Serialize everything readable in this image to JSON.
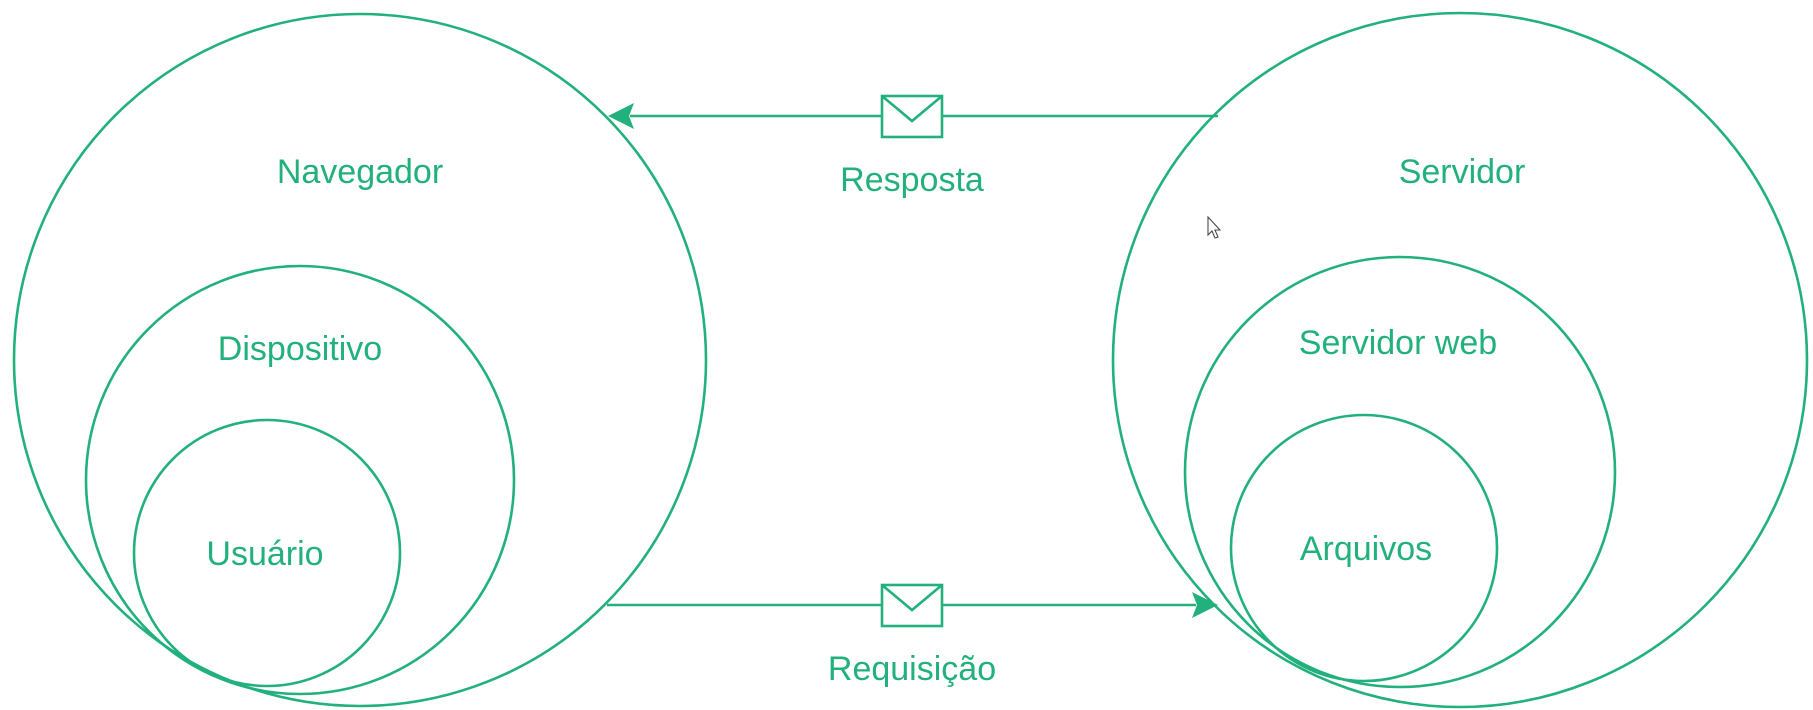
{
  "colors": {
    "accent": "#22b07d",
    "background": "#ffffff"
  },
  "labels": {
    "browser": "Navegador",
    "device": "Dispositivo",
    "user": "Usuário",
    "server": "Servidor",
    "web_server": "Servidor web",
    "files": "Arquivos",
    "response": "Resposta",
    "request": "Requisição"
  },
  "icons": {
    "message": "envelope-icon",
    "pointer": "mouse-cursor-icon"
  }
}
